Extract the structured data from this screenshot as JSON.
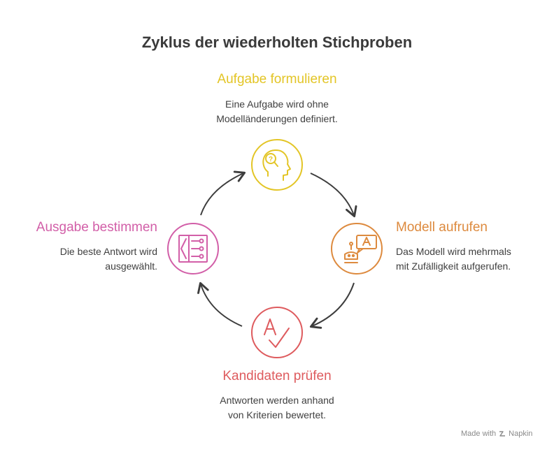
{
  "title": "Zyklus der wiederholten Stichproben",
  "colors": {
    "yellow": "#E3C526",
    "orange": "#DD8A3E",
    "red": "#DE5B5E",
    "pink": "#D25FA8",
    "arrow": "#3d3d3d",
    "text": "#3f3f3f"
  },
  "steps": [
    {
      "id": "aufgabe",
      "title": "Aufgabe formulieren",
      "desc_lines": [
        "Eine Aufgabe wird ohne",
        "Modelländerungen definiert."
      ],
      "icon": "head-question-icon",
      "color_key": "yellow"
    },
    {
      "id": "modell",
      "title": "Modell aufrufen",
      "desc_lines": [
        "Das Modell wird mehrmals",
        "mit Zufälligkeit aufgerufen."
      ],
      "icon": "robot-speech-icon",
      "color_key": "orange"
    },
    {
      "id": "kandidaten",
      "title": "Kandidaten prüfen",
      "desc_lines": [
        "Antworten werden anhand",
        "von Kriterien bewertet."
      ],
      "icon": "grade-check-icon",
      "color_key": "red"
    },
    {
      "id": "ausgabe",
      "title": "Ausgabe bestimmen",
      "desc_lines": [
        "Die beste Antwort wird",
        "ausgewählt."
      ],
      "icon": "selection-funnel-icon",
      "color_key": "pink"
    }
  ],
  "footer": {
    "made_with": "Made with",
    "brand": "Napkin"
  }
}
